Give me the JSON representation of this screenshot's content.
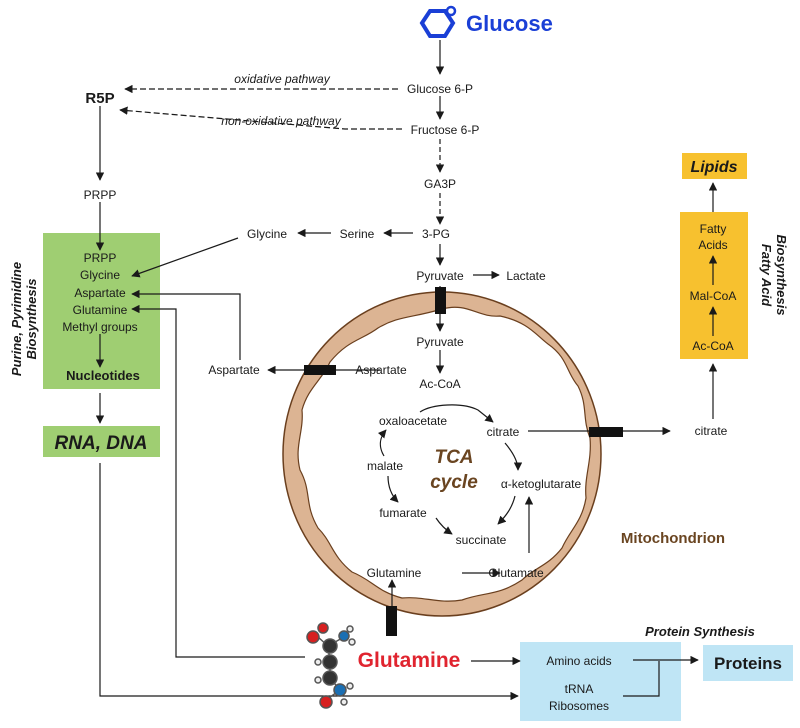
{
  "colors": {
    "glucose_blue": "#1a3fd6",
    "glutamine_red": "#e0242f",
    "green_box": "#9fce72",
    "yellow_box": "#f7c12f",
    "blue_box": "#bfe5f5",
    "mito_fill": "#dcb493",
    "mito_stroke": "#6a3f1e",
    "tca_brown": "#6a4521"
  },
  "icons": {
    "glucose": "hexagon-ring-icon",
    "glutamine": "ball-and-stick-molecule-icon"
  },
  "glycolysis": {
    "glucose": "Glucose",
    "g6p": "Glucose 6-P",
    "f6p": "Fructose 6-P",
    "ga3p": "GA3P",
    "pg3": "3-PG",
    "serine": "Serine",
    "glycine": "Glycine",
    "pyruvate": "Pyruvate",
    "lactate": "Lactate"
  },
  "ppp": {
    "r5p": "R5P",
    "oxidative": "oxidative pathway",
    "nonoxidative": "non-oxidative pathway",
    "prpp": "PRPP"
  },
  "nucleotide_box": {
    "items": [
      "PRPP",
      "Glycine",
      "Aspartate",
      "Glutamine",
      "Methyl groups"
    ],
    "product": "Nucleotides",
    "side_label_1": "Purine, Pyrimidine",
    "side_label_2": "Biosynthesis"
  },
  "rna_dna": "RNA, DNA",
  "aspartate_out": "Aspartate",
  "mitochondrion": {
    "label": "Mitochondrion",
    "pyruvate": "Pyruvate",
    "acetyl_coa": "Ac-CoA",
    "aspartate": "Aspartate",
    "tca_1": "TCA",
    "tca_2": "cycle",
    "oxaloacetate": "oxaloacetate",
    "citrate": "citrate",
    "malate": "malate",
    "akg": "α-ketoglutarate",
    "fumarate": "fumarate",
    "succinate": "succinate",
    "glutamine": "Glutamine",
    "glutamate": "Glutamate"
  },
  "citrate_out": "citrate",
  "lipid_box": {
    "title": "Lipids",
    "fatty_1": "Fatty",
    "fatty_2": "Acids",
    "malcoa": "Mal-CoA",
    "accoa": "Ac-CoA",
    "side_label_1": "Fatty Acid",
    "side_label_2": "Biosynthesis"
  },
  "glutamine_main": "Glutamine",
  "protein_box": {
    "title": "Protein Synthesis",
    "amino_acids": "Amino acids",
    "trna": "tRNA",
    "ribosomes": "Ribosomes",
    "proteins": "Proteins"
  }
}
